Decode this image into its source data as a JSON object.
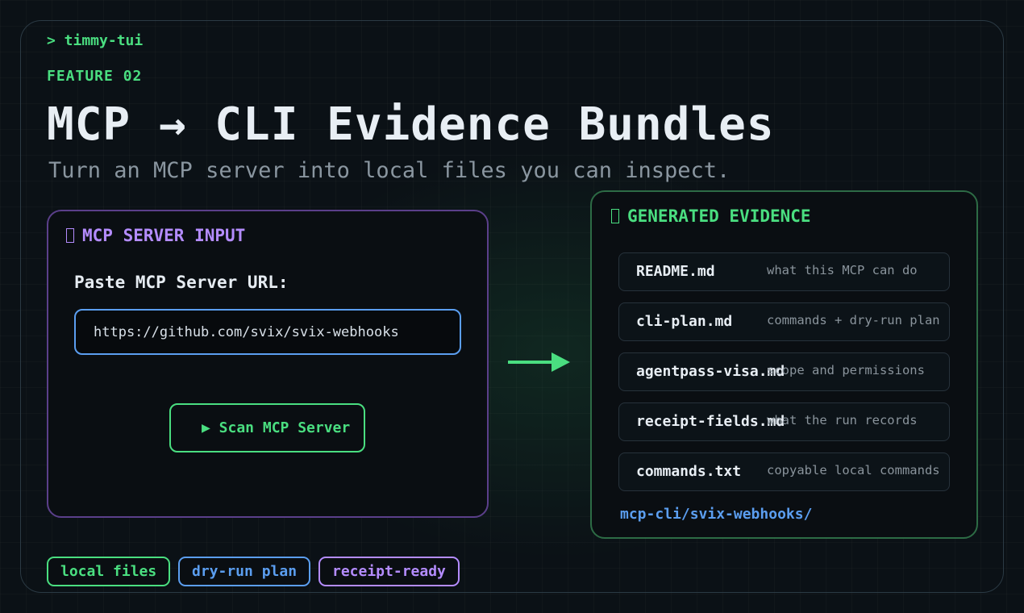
{
  "header": {
    "prompt": "> timmy-tui",
    "feature": "FEATURE 02",
    "title": "MCP → CLI Evidence Bundles",
    "subtitle": "Turn an MCP server into local files you can inspect."
  },
  "input_panel": {
    "heading": "MCP SERVER INPUT",
    "field_label": "Paste MCP Server URL:",
    "url_value": "https://github.com/svix/svix-webhooks",
    "scan_button": "▶ Scan MCP Server"
  },
  "evidence_panel": {
    "heading": "GENERATED EVIDENCE",
    "files": [
      {
        "name": "README.md",
        "desc": "what this MCP can do"
      },
      {
        "name": "cli-plan.md",
        "desc": "commands + dry-run plan"
      },
      {
        "name": "agentpass-visa.md",
        "desc": "scope and permissions"
      },
      {
        "name": "receipt-fields.md",
        "desc": "what the run records"
      },
      {
        "name": "commands.txt",
        "desc": "copyable local commands"
      }
    ],
    "folder": "mcp-cli/svix-webhooks/"
  },
  "tags": [
    "local files",
    "dry-run plan",
    "receipt-ready"
  ],
  "colors": {
    "accent_green": "#4ade80",
    "accent_blue": "#5b9ef0",
    "accent_purple": "#b48cff",
    "background": "#0b1116"
  },
  "icons": {
    "input_heading": "box-icon",
    "evidence_heading": "box-icon",
    "flow": "arrow-right-icon"
  }
}
